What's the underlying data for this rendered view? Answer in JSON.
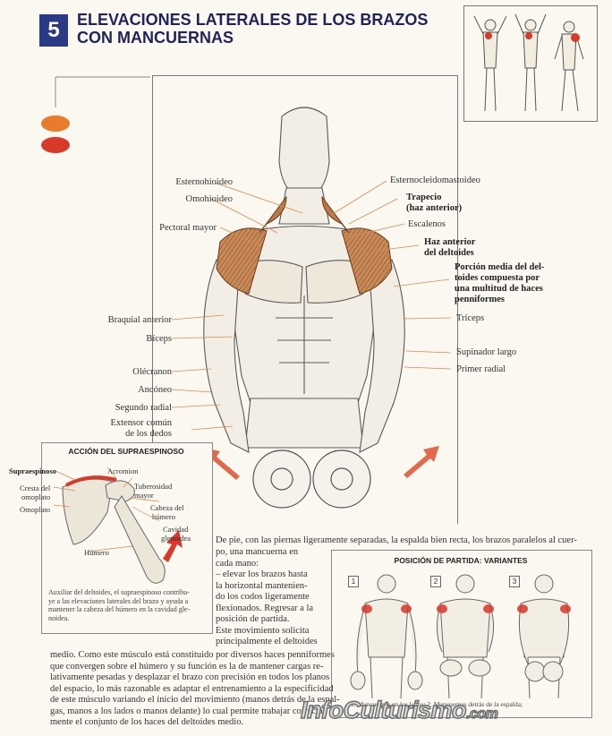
{
  "header": {
    "exercise_number": "5",
    "title_line1": "ELEVACIONES LATERALES DE LOS BRAZOS",
    "title_line2": "CON MANCUERNAS"
  },
  "colors": {
    "badge": "#2b3a86",
    "title": "#1f2358",
    "dot_primary": "#e97c2c",
    "dot_secondary": "#d9392b",
    "arrow": "#e26a4c"
  },
  "anatomy_labels": {
    "left": [
      "Esternohioideo",
      "Omohioideo",
      "Pectoral mayor",
      "Braquial anterior",
      "Bíceps",
      "Olécranon",
      "Ancóneo",
      "Segundo radial",
      "Extensor común",
      "de los dedos"
    ],
    "right": [
      "Esternocleidomastoideo",
      "Escalenos",
      "Tríceps",
      "Supinador largo",
      "Primer radial"
    ],
    "right_bold": [
      "Trapecio",
      "(haz anterior)",
      "Haz anterior",
      "del deltoides",
      "Porción media del del-",
      "toides compuesta por",
      "una multitud de haces",
      "penniformes"
    ]
  },
  "inset_supraspinoso": {
    "title": "ACCIÓN DEL SUPRAESPINOSO",
    "labels": [
      "Supraespinoso",
      "Acromion",
      "Cresta del",
      "omoplato",
      "Tuberosidad",
      "mayor",
      "Omoplato",
      "Cabeza del",
      "húmero",
      "Cavidad",
      "glenoidea",
      "Húmero"
    ],
    "caption": [
      "Auxiliar del deltoides, el supraespinoso contribu-",
      "ye a las elevaciones laterales del brazo y ayuda a",
      "mantener la cabeza del húmero en la cavidad gle-",
      "noidea."
    ]
  },
  "body_text": {
    "intro": "De pie, con las piernas ligeramente separadas, la espalda bien recta, los brazos paralelos al cuer-",
    "narrow": [
      "po, una mancuerna en",
      "cada mano:",
      "– elevar los brazos hasta",
      "la horizontal mantenien-",
      "do los codos ligeramente",
      "flexionados. Regresar a la",
      "posición de partida.",
      "Este movimiento solicita",
      "principalmente el deltoides"
    ],
    "bottom": [
      "medio. Como este músculo está constituido por diversos haces penniformes",
      "que convergen sobre el húmero y su función es la de mantener cargas re-",
      "lativamente pesadas y desplazar el brazo con precisión en todos los planos",
      "del espacio, lo más razonable es adaptar el entrenamiento a la especificidad",
      "de este músculo variando el inicio del movimiento (manos detrás de la espal-",
      "gas, manos a los lados o manos delante) lo cual permite trabajar correcta-",
      "mente el conjunto de los haces del deltoides medio."
    ]
  },
  "inset_variantes": {
    "title": "POSICIÓN DE PARTIDA: VARIANTES",
    "numbers": [
      "1",
      "2",
      "3"
    ],
    "caption": "1. Mancuernas en los lados; 2. Mancuernas detrás de la espalda;"
  },
  "watermark": {
    "brand": "InfoCulturismo",
    "tld": ".com"
  }
}
